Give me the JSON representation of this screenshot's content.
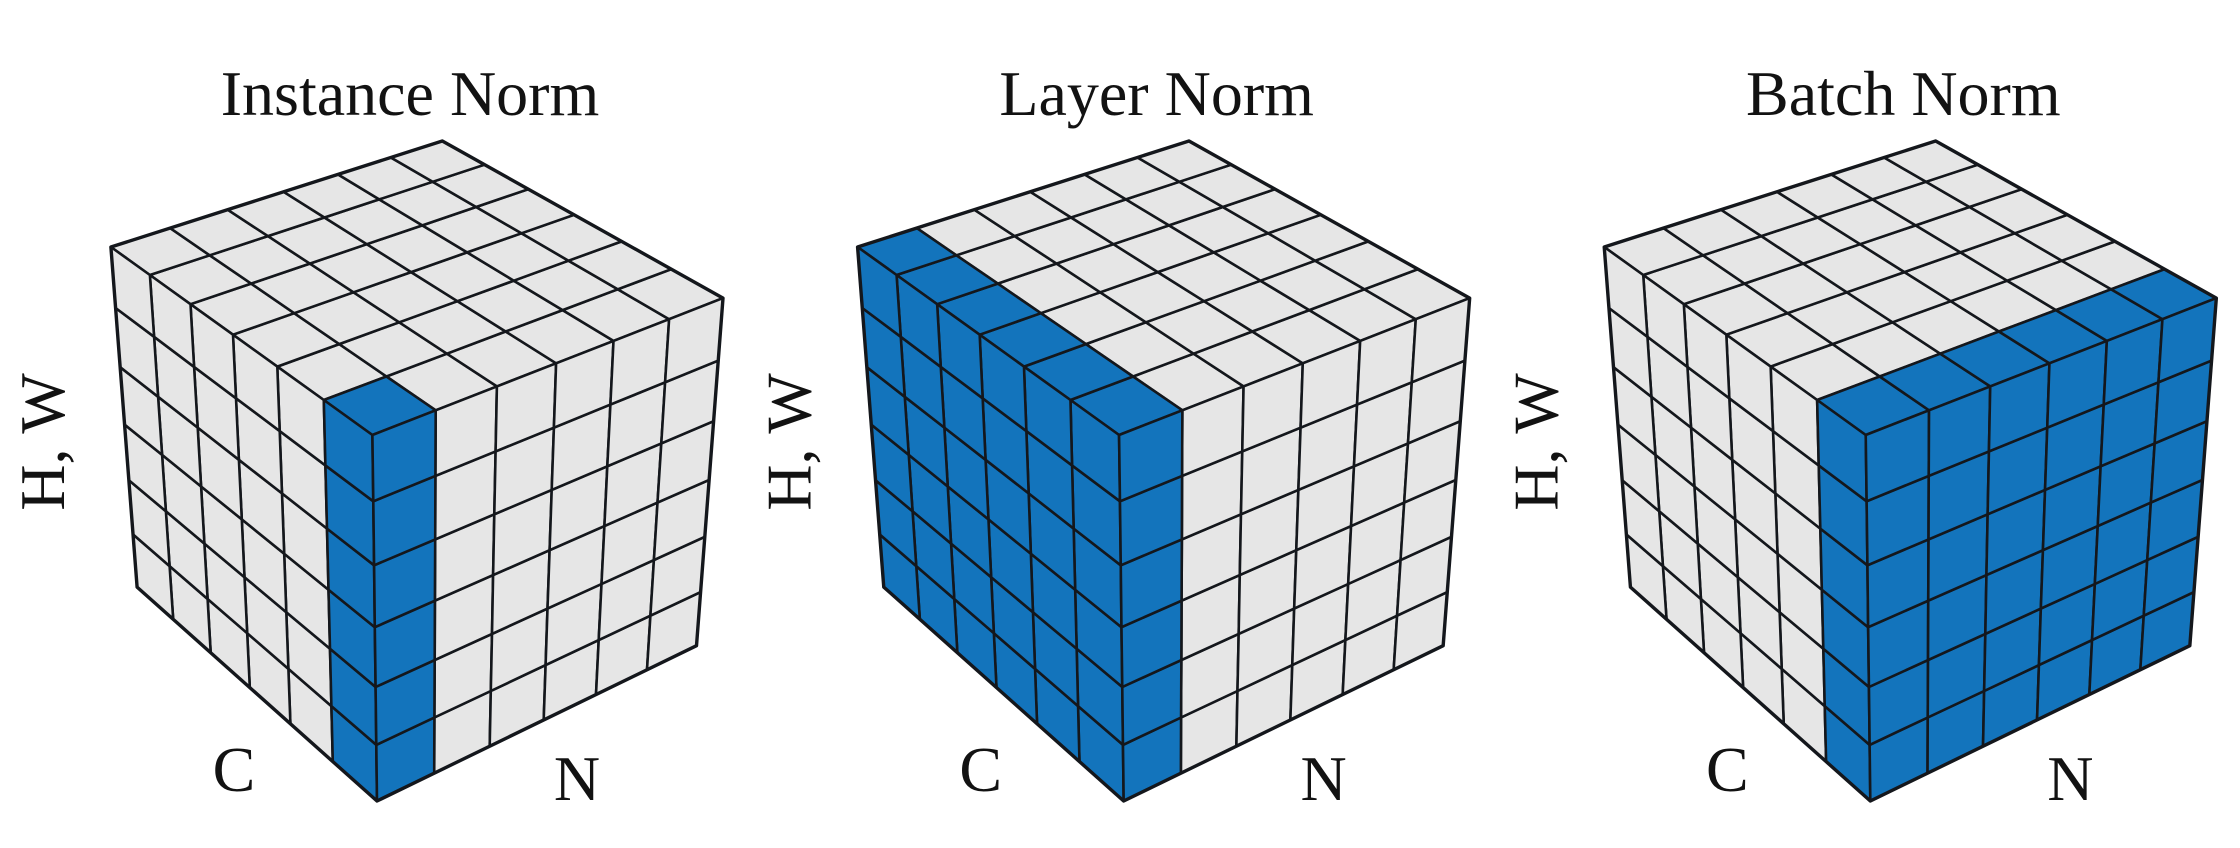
{
  "figure": {
    "type": "3d-voxel-normalization-diagram",
    "background_color": "#ffffff",
    "cell_color": "#e6e6e6",
    "highlight_color": "#1374bc",
    "stroke_color": "#14171c",
    "text_color": "#121212",
    "grid": {
      "c": 6,
      "n": 6,
      "h": 6
    },
    "panels": [
      {
        "id": "instance-norm",
        "title": "Instance Norm",
        "axis_labels": {
          "vertical": "H, W",
          "bottom_left": "C",
          "bottom_right": "N"
        },
        "highlight": {
          "description": "one sample, one channel, all H,W",
          "n": 0,
          "c": 0
        }
      },
      {
        "id": "layer-norm",
        "title": "Layer Norm",
        "axis_labels": {
          "vertical": "H, W",
          "bottom_left": "C",
          "bottom_right": "N"
        },
        "highlight": {
          "description": "one sample, all channels, all H,W",
          "n": 0,
          "c": null
        }
      },
      {
        "id": "batch-norm",
        "title": "Batch Norm",
        "axis_labels": {
          "vertical": "H, W",
          "bottom_left": "C",
          "bottom_right": "N"
        },
        "highlight": {
          "description": "all samples, one channel, all H,W",
          "n": null,
          "c": 0
        }
      }
    ]
  }
}
